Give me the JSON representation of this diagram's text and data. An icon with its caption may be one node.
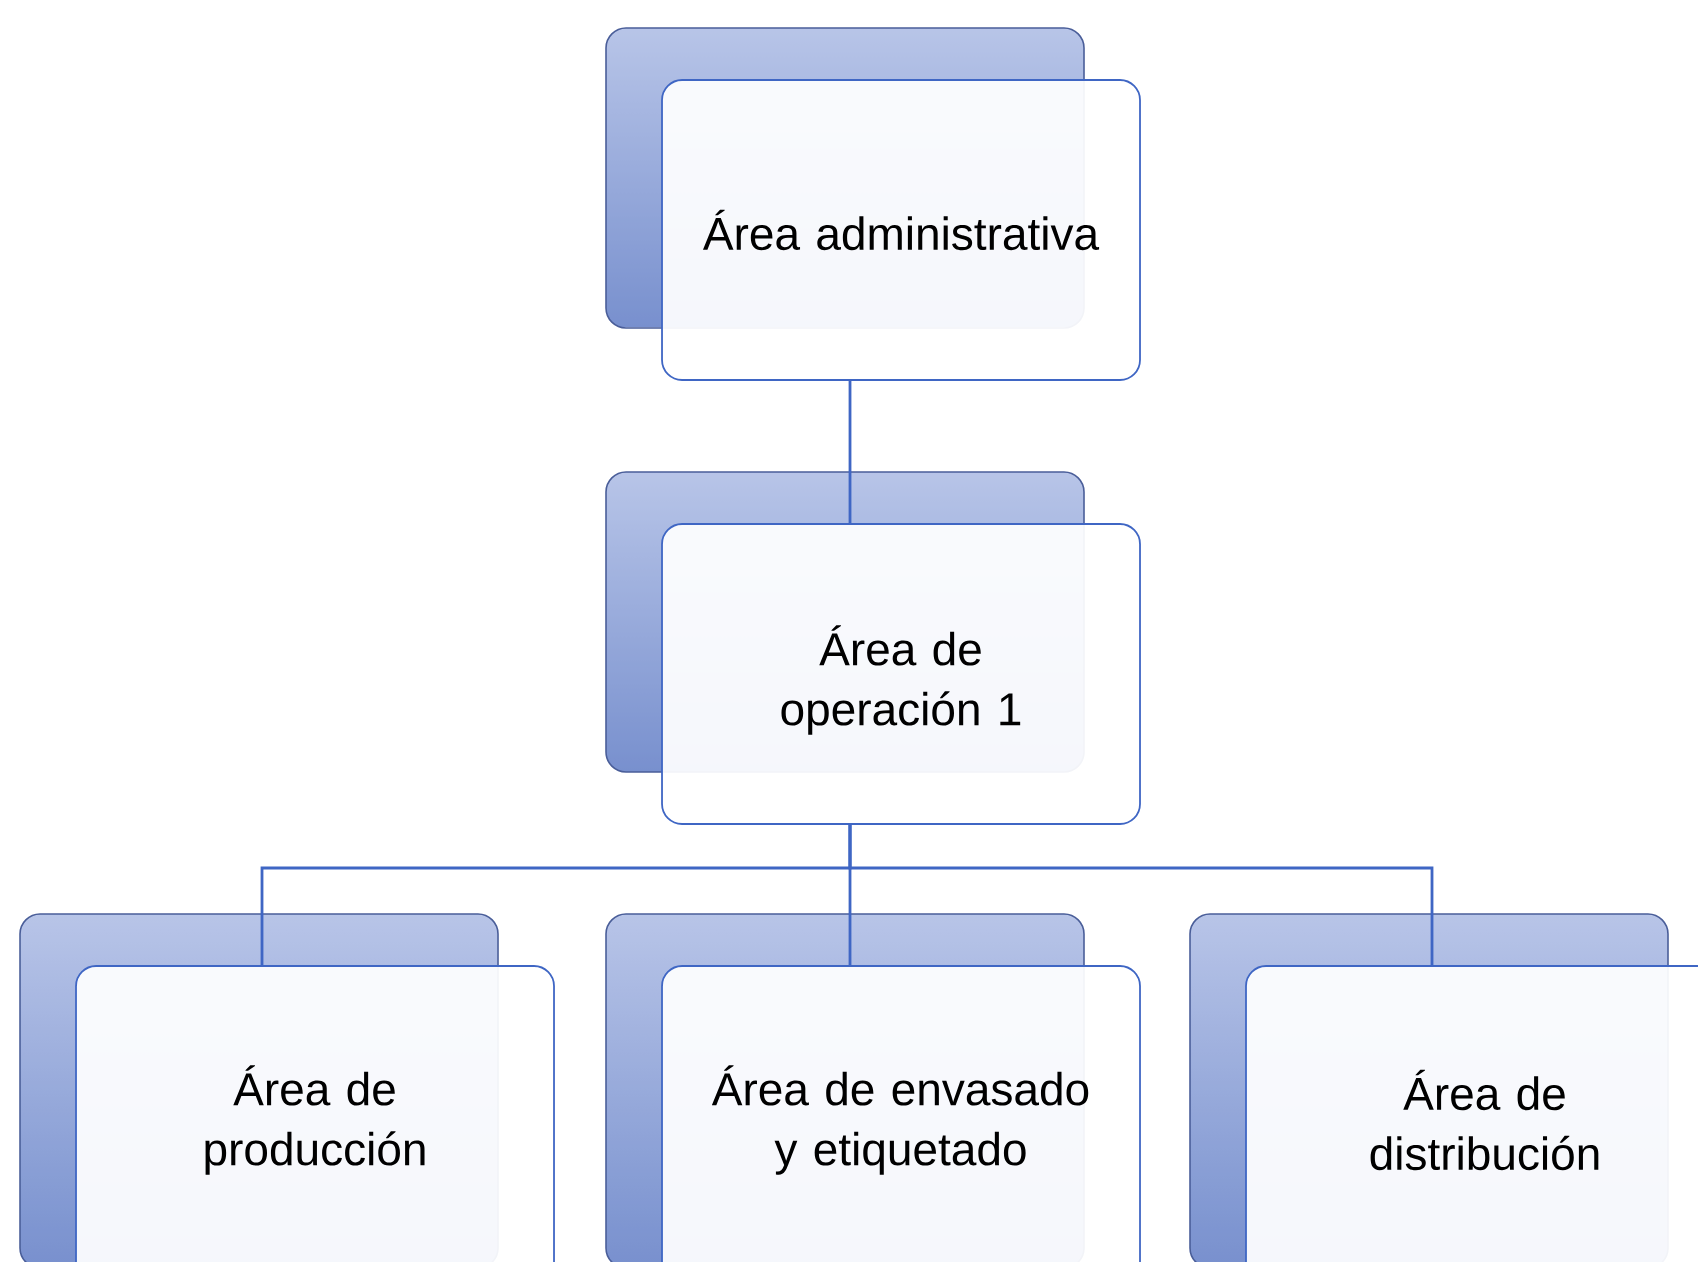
{
  "diagram": {
    "nodes": [
      {
        "text": [
          "Área administrativa"
        ]
      },
      {
        "text": [
          "Área de operación 1"
        ]
      },
      {
        "text": [
          "Área de producción"
        ]
      },
      {
        "text": [
          "Área de envasado y etiquetado"
        ]
      },
      {
        "text": [
          "Área de distribución"
        ]
      }
    ],
    "edges": [
      {
        "from": 0,
        "to": 1,
        "arrow": "none"
      },
      {
        "from": 1,
        "to": 2,
        "arrow": "none"
      },
      {
        "from": 1,
        "to": 3,
        "arrow": "none"
      },
      {
        "from": 1,
        "to": 4,
        "arrow": "none"
      }
    ]
  }
}
